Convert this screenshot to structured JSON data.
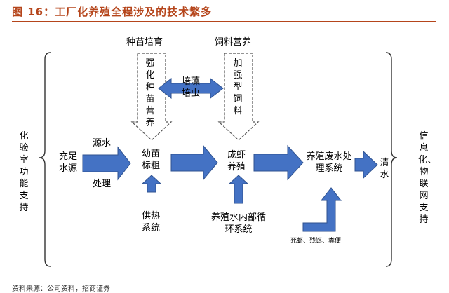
{
  "title": "图 16：工厂化养殖全程涉及的技术繁多",
  "side_left": "化验室功能支持",
  "side_right": "信息化、物联网支持",
  "top_labels": {
    "seed": "种苗培育",
    "feed": "饲料营养"
  },
  "dashed_arrows": {
    "seed_text": "强化种苗营养",
    "feed_text": "加强型饲料"
  },
  "algae": "培藻培虫",
  "source_water": "源水",
  "treatment": "处理",
  "nodes": {
    "water_source": "充足水源",
    "fry": "幼苗标粗",
    "adult": "成虾养殖",
    "waste": "养殖废水处理系统",
    "clean": "清水"
  },
  "heat": "供热系统",
  "recirc": "养殖水内部循环系统",
  "waste_note": "死虾、残饵、粪便",
  "footer": "资料来源：公司资料，招商证券",
  "colors": {
    "arrow_fill": "#4472c4",
    "arrow_stroke": "#2f528f",
    "title": "#b5451b"
  }
}
